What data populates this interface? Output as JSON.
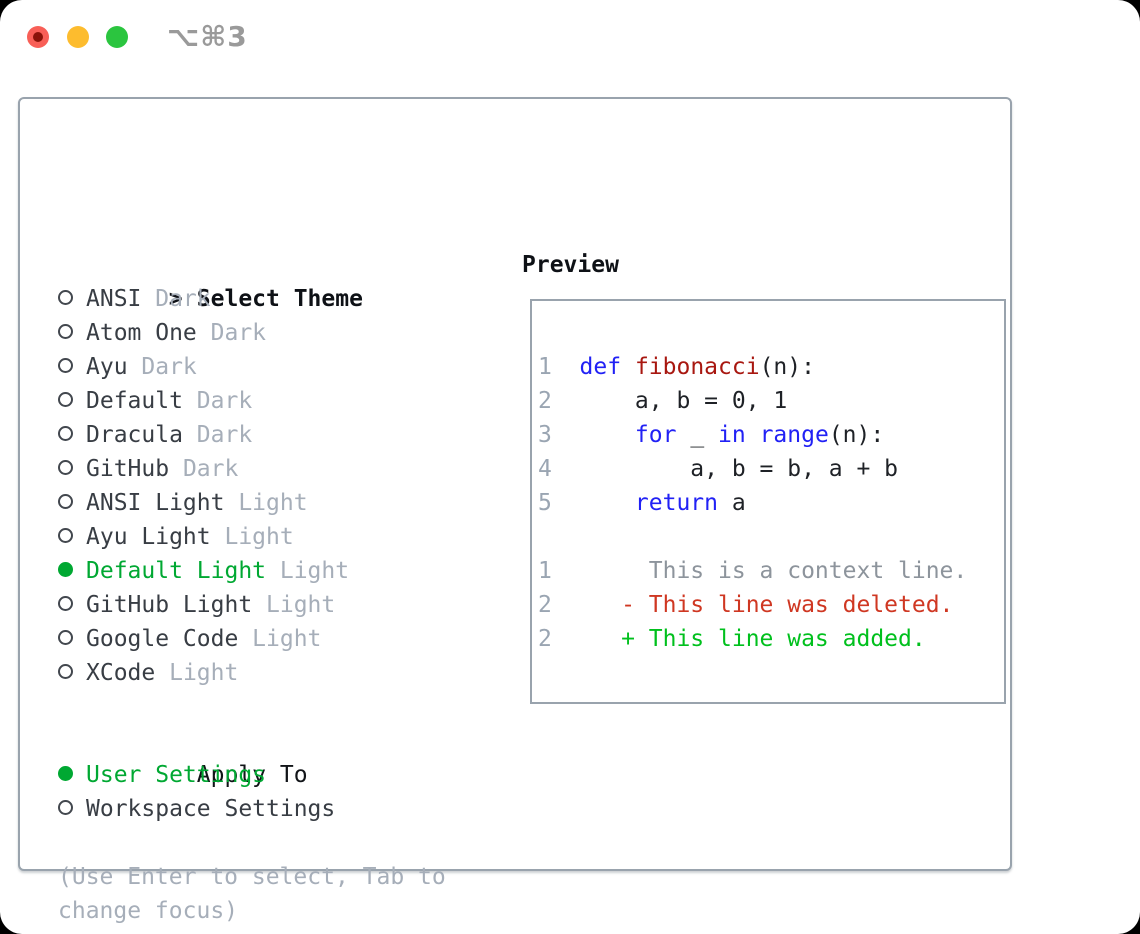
{
  "colors": {
    "accent_green": "#00a832",
    "added_green": "#00c01d",
    "deleted_red": "#cf3722",
    "keyword_blue": "#2121f5",
    "function_red": "#a81710",
    "muted_gray": "#a6aeb9",
    "border_gray": "#99a3ad"
  },
  "titlebar": {
    "shortcut": "⌥⌘3"
  },
  "theme_picker": {
    "heading_cursor": ">",
    "heading": "Select Theme",
    "items": [
      {
        "label": "ANSI",
        "variant": "Dark",
        "selected": false
      },
      {
        "label": "Atom One",
        "variant": "Dark",
        "selected": false
      },
      {
        "label": "Ayu",
        "variant": "Dark",
        "selected": false
      },
      {
        "label": "Default",
        "variant": "Dark",
        "selected": false
      },
      {
        "label": "Dracula",
        "variant": "Dark",
        "selected": false
      },
      {
        "label": "GitHub",
        "variant": "Dark",
        "selected": false
      },
      {
        "label": "ANSI Light",
        "variant": "Light",
        "selected": false
      },
      {
        "label": "Ayu Light",
        "variant": "Light",
        "selected": false
      },
      {
        "label": "Default Light",
        "variant": "Light",
        "selected": true
      },
      {
        "label": "GitHub Light",
        "variant": "Light",
        "selected": false
      },
      {
        "label": "Google Code",
        "variant": "Light",
        "selected": false
      },
      {
        "label": "XCode",
        "variant": "Light",
        "selected": false
      }
    ]
  },
  "apply_to": {
    "heading": "Apply To",
    "options": [
      {
        "label": "User Settings",
        "selected": true
      },
      {
        "label": "Workspace Settings",
        "selected": false
      }
    ]
  },
  "footer": {
    "lines": [
      "(Use Enter to select, Tab to",
      "change focus)"
    ]
  },
  "preview": {
    "heading": "Preview",
    "lines": [
      {
        "num": "1",
        "segments": [
          {
            "text": "def",
            "style": "keyword"
          },
          {
            "text": " ",
            "style": "plain"
          },
          {
            "text": "fibonacci",
            "style": "function"
          },
          {
            "text": "(n):",
            "style": "plain"
          }
        ]
      },
      {
        "num": "2",
        "segments": [
          {
            "text": "    a, b = 0, 1",
            "style": "plain"
          }
        ]
      },
      {
        "num": "3",
        "segments": [
          {
            "text": "    ",
            "style": "plain"
          },
          {
            "text": "for",
            "style": "keyword"
          },
          {
            "text": " _ ",
            "style": "plain"
          },
          {
            "text": "in",
            "style": "keyword"
          },
          {
            "text": " ",
            "style": "plain"
          },
          {
            "text": "range",
            "style": "keyword"
          },
          {
            "text": "(n):",
            "style": "plain"
          }
        ]
      },
      {
        "num": "4",
        "segments": [
          {
            "text": "        a, b = b, a + b",
            "style": "plain"
          }
        ]
      },
      {
        "num": "5",
        "segments": [
          {
            "text": "    ",
            "style": "plain"
          },
          {
            "text": "return",
            "style": "keyword"
          },
          {
            "text": " a",
            "style": "plain"
          }
        ]
      },
      {
        "num": "",
        "segments": []
      },
      {
        "num": "1",
        "segments": [
          {
            "text": "     This is a context line.",
            "style": "context"
          }
        ]
      },
      {
        "num": "2",
        "segments": [
          {
            "text": "   - This line was deleted.",
            "style": "deleted"
          }
        ]
      },
      {
        "num": "2",
        "segments": [
          {
            "text": "   + This line was added.",
            "style": "added"
          }
        ]
      }
    ]
  }
}
